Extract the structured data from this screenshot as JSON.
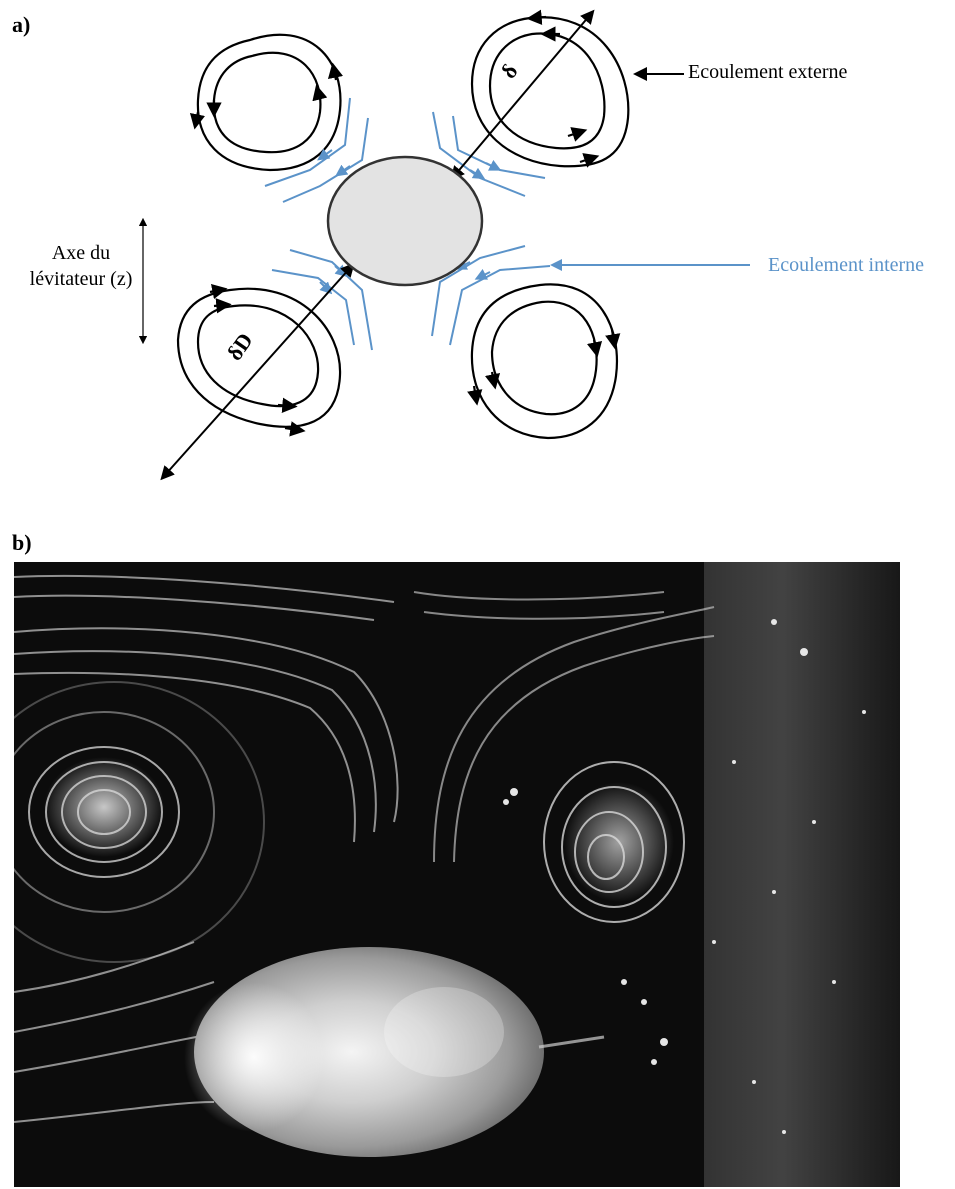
{
  "panel_a": {
    "label": "a)",
    "external_flow_label": "Ecoulement externe",
    "internal_flow_label": "Ecoulement interne",
    "axis_label_line1": "Axe du",
    "axis_label_line2": "lévitateur (z)",
    "delta_symbol": "δ",
    "delta_d_symbol": "δD"
  },
  "panel_b": {
    "label": "b)"
  },
  "colors": {
    "external_flow": "#000000",
    "internal_flow": "#5b93c9",
    "droplet_fill": "#e3e3e3",
    "droplet_stroke": "#333333"
  }
}
